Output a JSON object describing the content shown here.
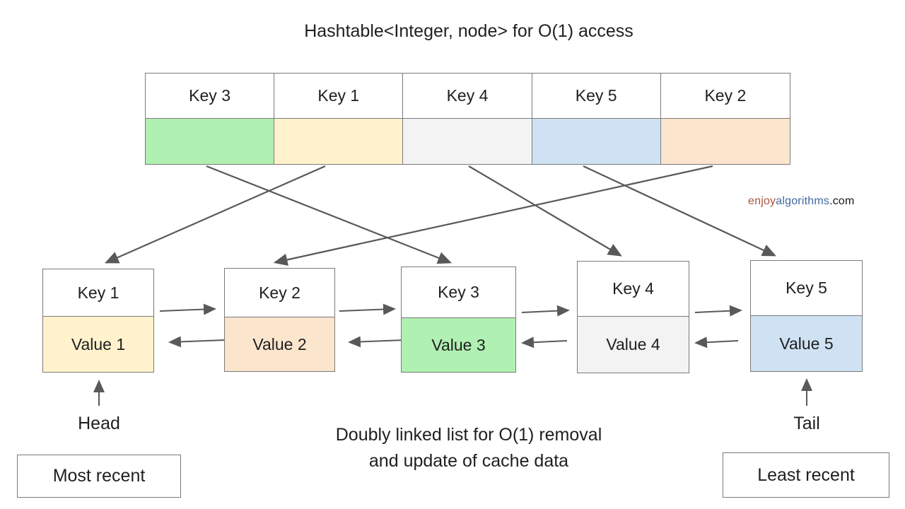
{
  "title": "Hashtable<Integer, node> for O(1) access",
  "watermark": {
    "part1": "enjoy",
    "part2": "algorithms",
    "part3": ".com",
    "color1": "#ae5340",
    "color2": "#40689f",
    "color3": "#1a1a1a"
  },
  "hashtable": {
    "cells": [
      {
        "label": "Key 3",
        "color": "#b0f0b2",
        "points_to": "node Key 3"
      },
      {
        "label": "Key 1",
        "color": "#fff2cc",
        "points_to": "node Key 1"
      },
      {
        "label": "Key 4",
        "color": "#f3f3f3",
        "points_to": "node Key 4"
      },
      {
        "label": "Key 5",
        "color": "#cfe2f3",
        "points_to": "node Key 5"
      },
      {
        "label": "Key 2",
        "color": "#fce5cd",
        "points_to": "node Key 2"
      }
    ]
  },
  "linked_list": {
    "nodes": [
      {
        "key": "Key 1",
        "value": "Value 1",
        "color": "#fff2cc"
      },
      {
        "key": "Key 2",
        "value": "Value 2",
        "color": "#fce5cd"
      },
      {
        "key": "Key 3",
        "value": "Value 3",
        "color": "#b0f0b2"
      },
      {
        "key": "Key 4",
        "value": "Value 4",
        "color": "#f3f3f3"
      },
      {
        "key": "Key 5",
        "value": "Value 5",
        "color": "#cfe2f3"
      }
    ],
    "head_label": "Head",
    "tail_label": "Tail",
    "most_recent_label": "Most recent",
    "least_recent_label": "Least recent",
    "caption_line1": "Doubly linked list for O(1) removal",
    "caption_line2": "and update of cache data"
  },
  "style": {
    "arrow_color": "#595959",
    "border_color": "#7a7a7a",
    "text_color": "#1f1f1f"
  }
}
